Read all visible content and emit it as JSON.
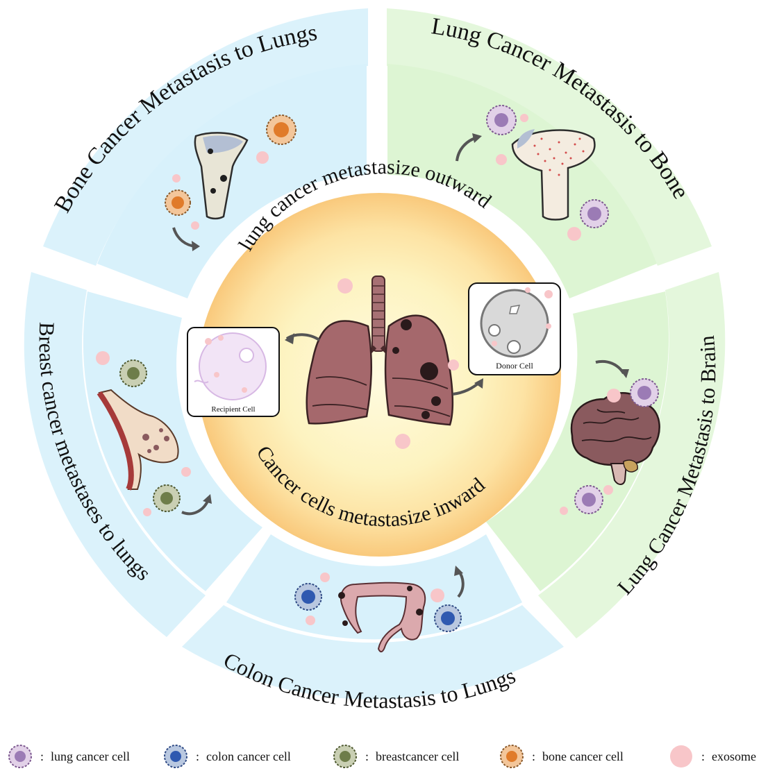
{
  "sectors": {
    "bone_to_lungs": "Bone Cancer Metastasis to  Lungs",
    "lung_to_bone": "Lung Cancer Metastasis to Bone",
    "lung_to_brain": "Lung Cancer Metastasis to Brain",
    "colon_to_lungs": "Colon Cancer Metastasis to  Lungs",
    "breast_to_lungs": "Breast cancer metastases to  lungs"
  },
  "center": {
    "outward": "lung cancer metastasize outward",
    "inward": "Cancer cells metastasize inward",
    "recipient_cell": "Recipient   Cell",
    "donor_cell": "Donor   Cell"
  },
  "legend": [
    {
      "label": "lung cancer cell",
      "icon": "lung-cancer-cell-icon",
      "color": "#9b7bb5"
    },
    {
      "label": "colon cancer cell",
      "icon": "colon-cancer-cell-icon",
      "color": "#2f59b0"
    },
    {
      "label": "breastcancer cell",
      "icon": "breast-cancer-cell-icon",
      "color": "#6e7d4a"
    },
    {
      "label": "bone cancer cell",
      "icon": "bone-cancer-cell-icon",
      "color": "#e08a34"
    },
    {
      "label": "exosome",
      "icon": "exosome-icon",
      "color": "#f8c6c9"
    }
  ],
  "colors": {
    "blue_sector": "#dbf2fb",
    "green_sector": "#e4f7dc",
    "center_outer": "#fbd79a",
    "center_inner": "#fdf6c8",
    "exosome": "#f8c6c9"
  }
}
